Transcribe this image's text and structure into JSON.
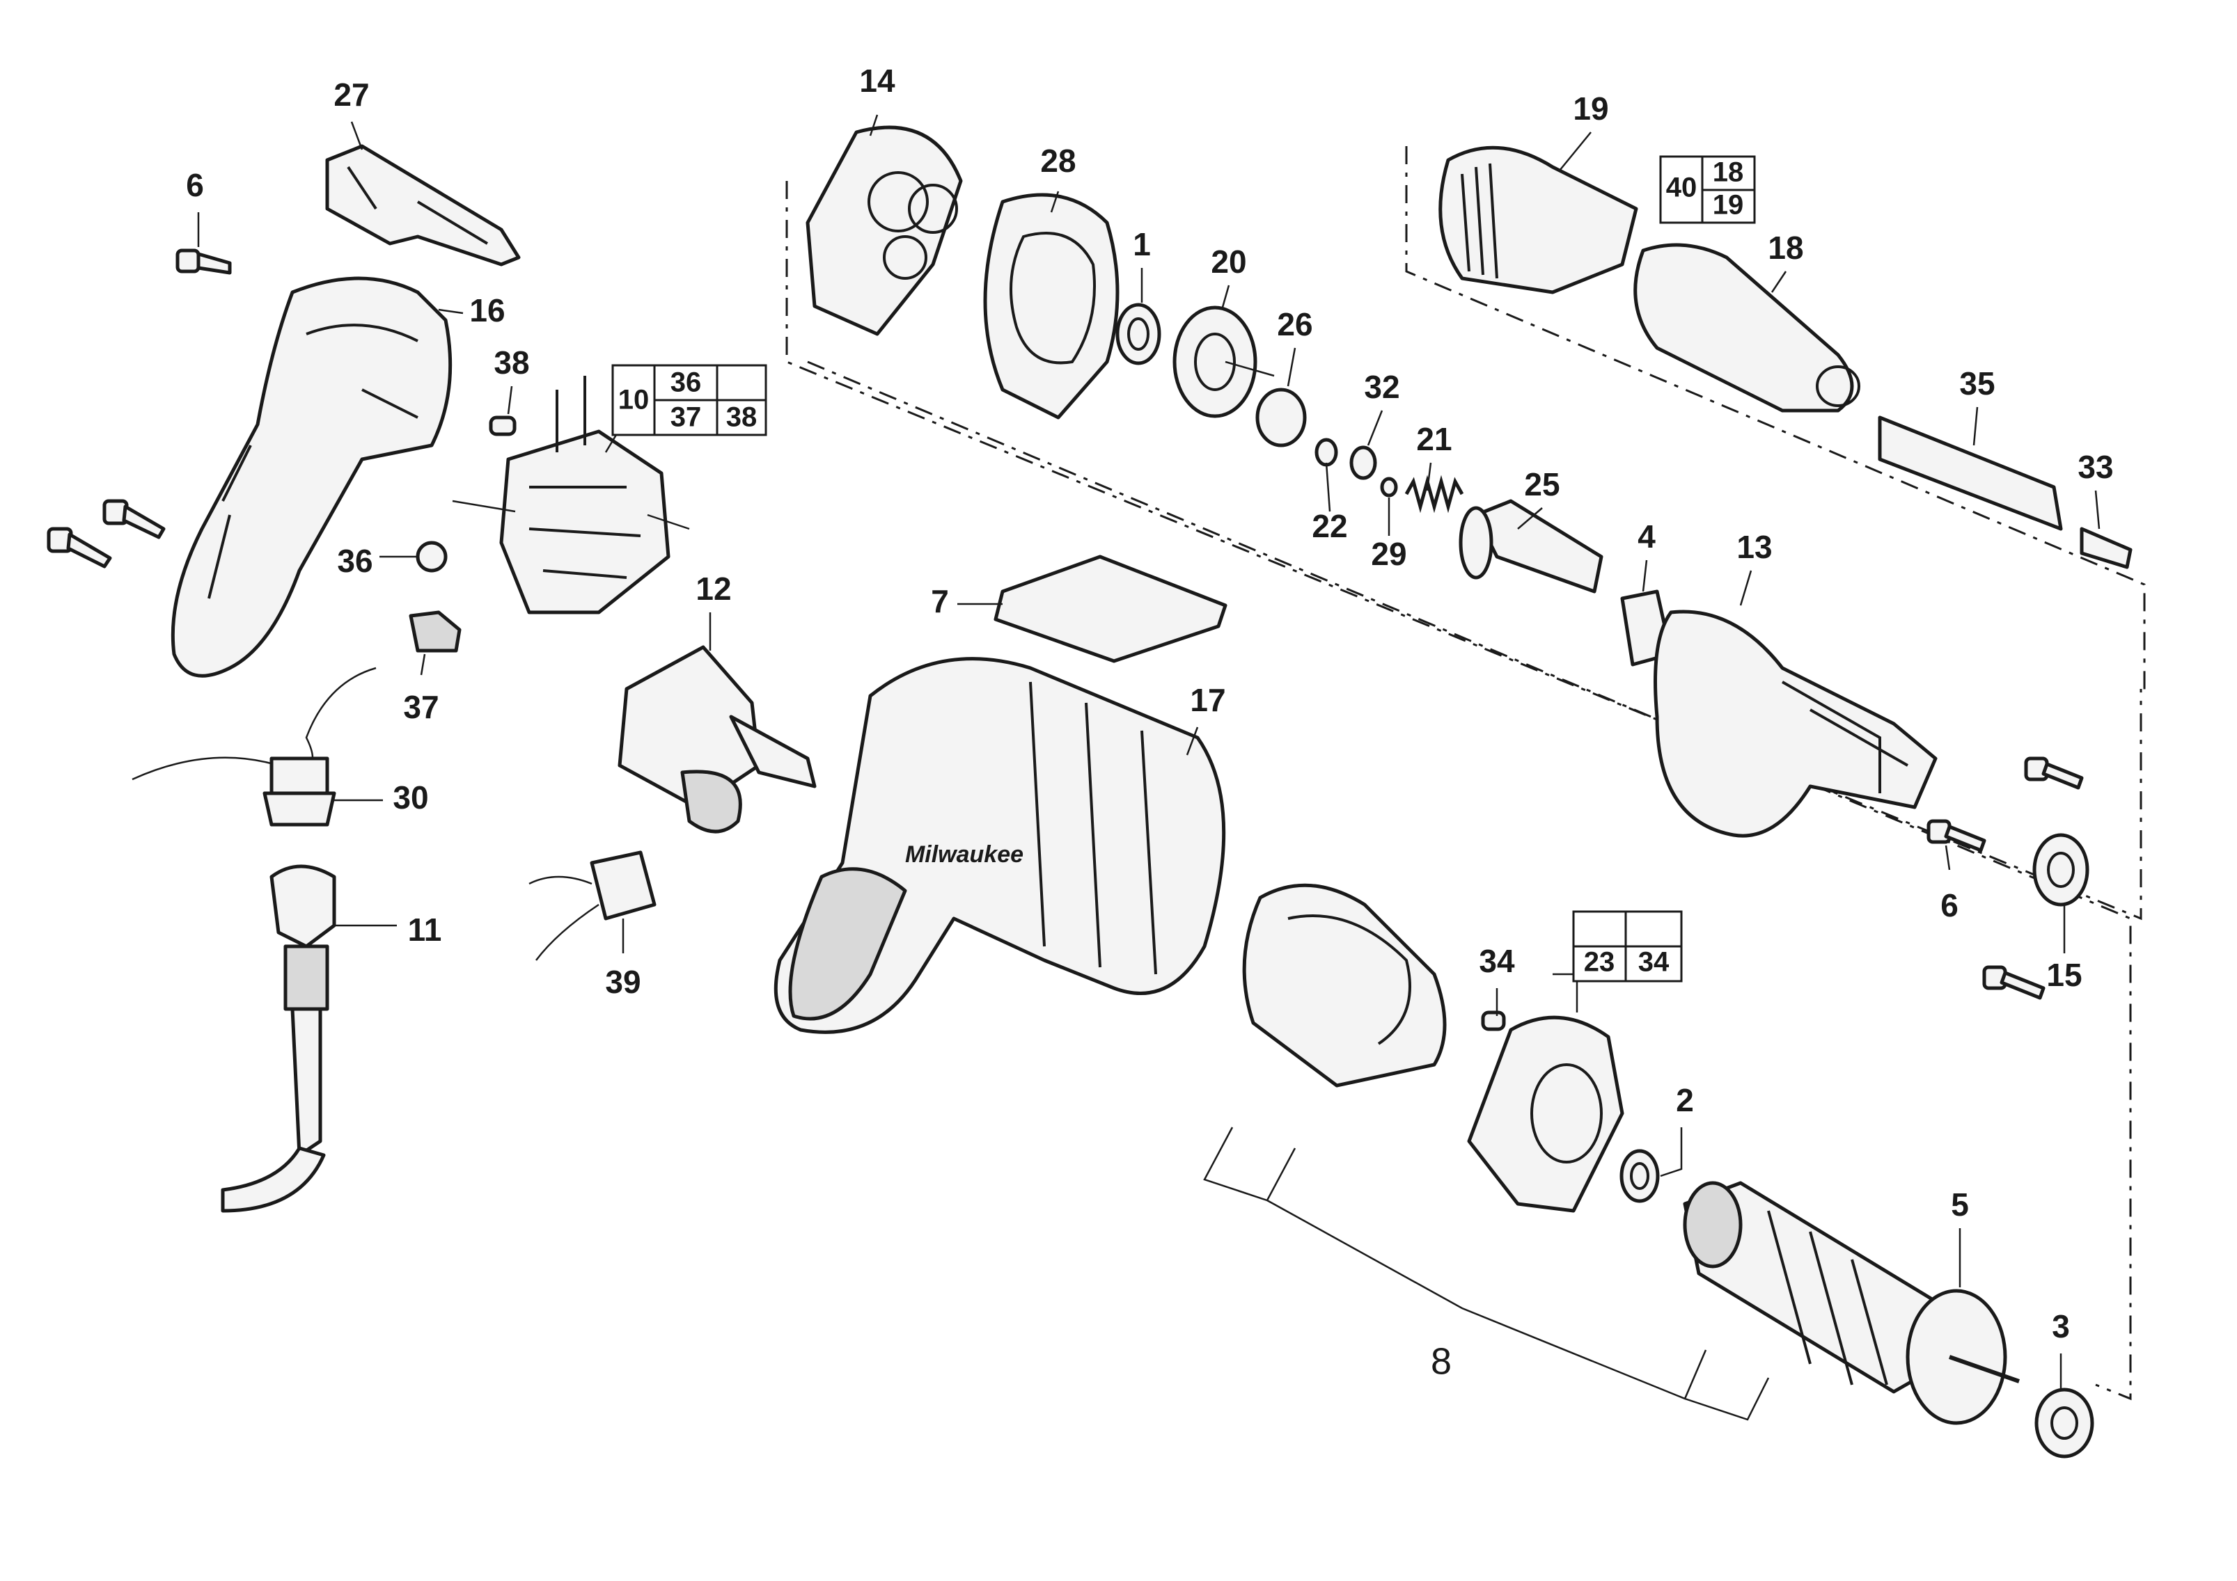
{
  "callouts": {
    "c1": "1",
    "c2": "2",
    "c3": "3",
    "c4": "4",
    "c5": "5",
    "c6a": "6",
    "c6b": "6",
    "c7": "7",
    "c8": "8",
    "c11": "11",
    "c12": "12",
    "c13": "13",
    "c14": "14",
    "c15": "15",
    "c16": "16",
    "c17": "17",
    "c18": "18",
    "c19": "19",
    "c20": "20",
    "c21": "21",
    "c22": "22",
    "c25": "25",
    "c26": "26",
    "c27": "27",
    "c28": "28",
    "c29": "29",
    "c30": "30",
    "c32": "32",
    "c33": "33",
    "c34": "34",
    "c35": "35",
    "c36": "36",
    "c37": "37",
    "c38": "38",
    "c39": "39"
  },
  "kit_boxes": {
    "kit_10": {
      "main": "10",
      "r1c1": "36",
      "r1c2": "",
      "r2c1": "37",
      "r2c2": "38"
    },
    "kit_40": {
      "main": "40",
      "r1": "18",
      "r2": "19"
    },
    "kit_23": {
      "r1c1": "",
      "r1c2": "",
      "r2c1": "23",
      "r2c2": "34"
    }
  },
  "brand_mark": "Milwaukee",
  "colors": {
    "ink": "#1a1a1a",
    "paper": "#ffffff",
    "part_fill": "#f4f4f4",
    "shade": "#d9d9d9"
  },
  "icons": [
    "screw-icon",
    "bearing-icon",
    "gear-icon",
    "spring-icon",
    "cord-icon",
    "switch-icon",
    "housing-icon",
    "armature-icon",
    "field-icon",
    "brush-icon"
  ]
}
